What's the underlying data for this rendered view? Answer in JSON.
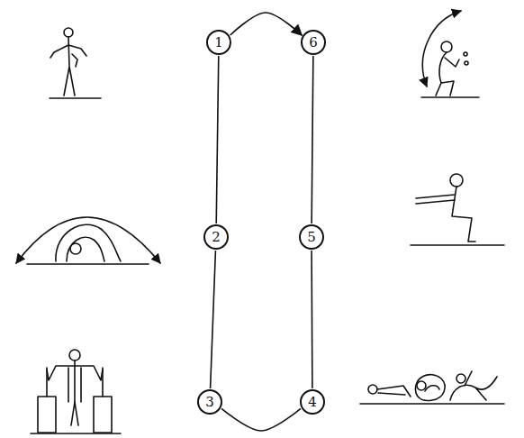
{
  "diagram": {
    "nodes": [
      {
        "text": [
          "1"
        ]
      },
      {
        "text": [
          "2"
        ]
      },
      {
        "text": [
          "3"
        ]
      },
      {
        "text": [
          "4"
        ]
      },
      {
        "text": [
          "5"
        ]
      },
      {
        "text": [
          "6"
        ]
      }
    ],
    "edges": [
      {
        "from": 0,
        "to": 5,
        "arrow": "to"
      },
      {
        "from": 0,
        "to": 1,
        "arrow": "none"
      },
      {
        "from": 1,
        "to": 2,
        "arrow": "none"
      },
      {
        "from": 2,
        "to": 3,
        "arrow": "none"
      },
      {
        "from": 3,
        "to": 4,
        "arrow": "none"
      },
      {
        "from": 4,
        "to": 5,
        "arrow": "none"
      }
    ]
  }
}
